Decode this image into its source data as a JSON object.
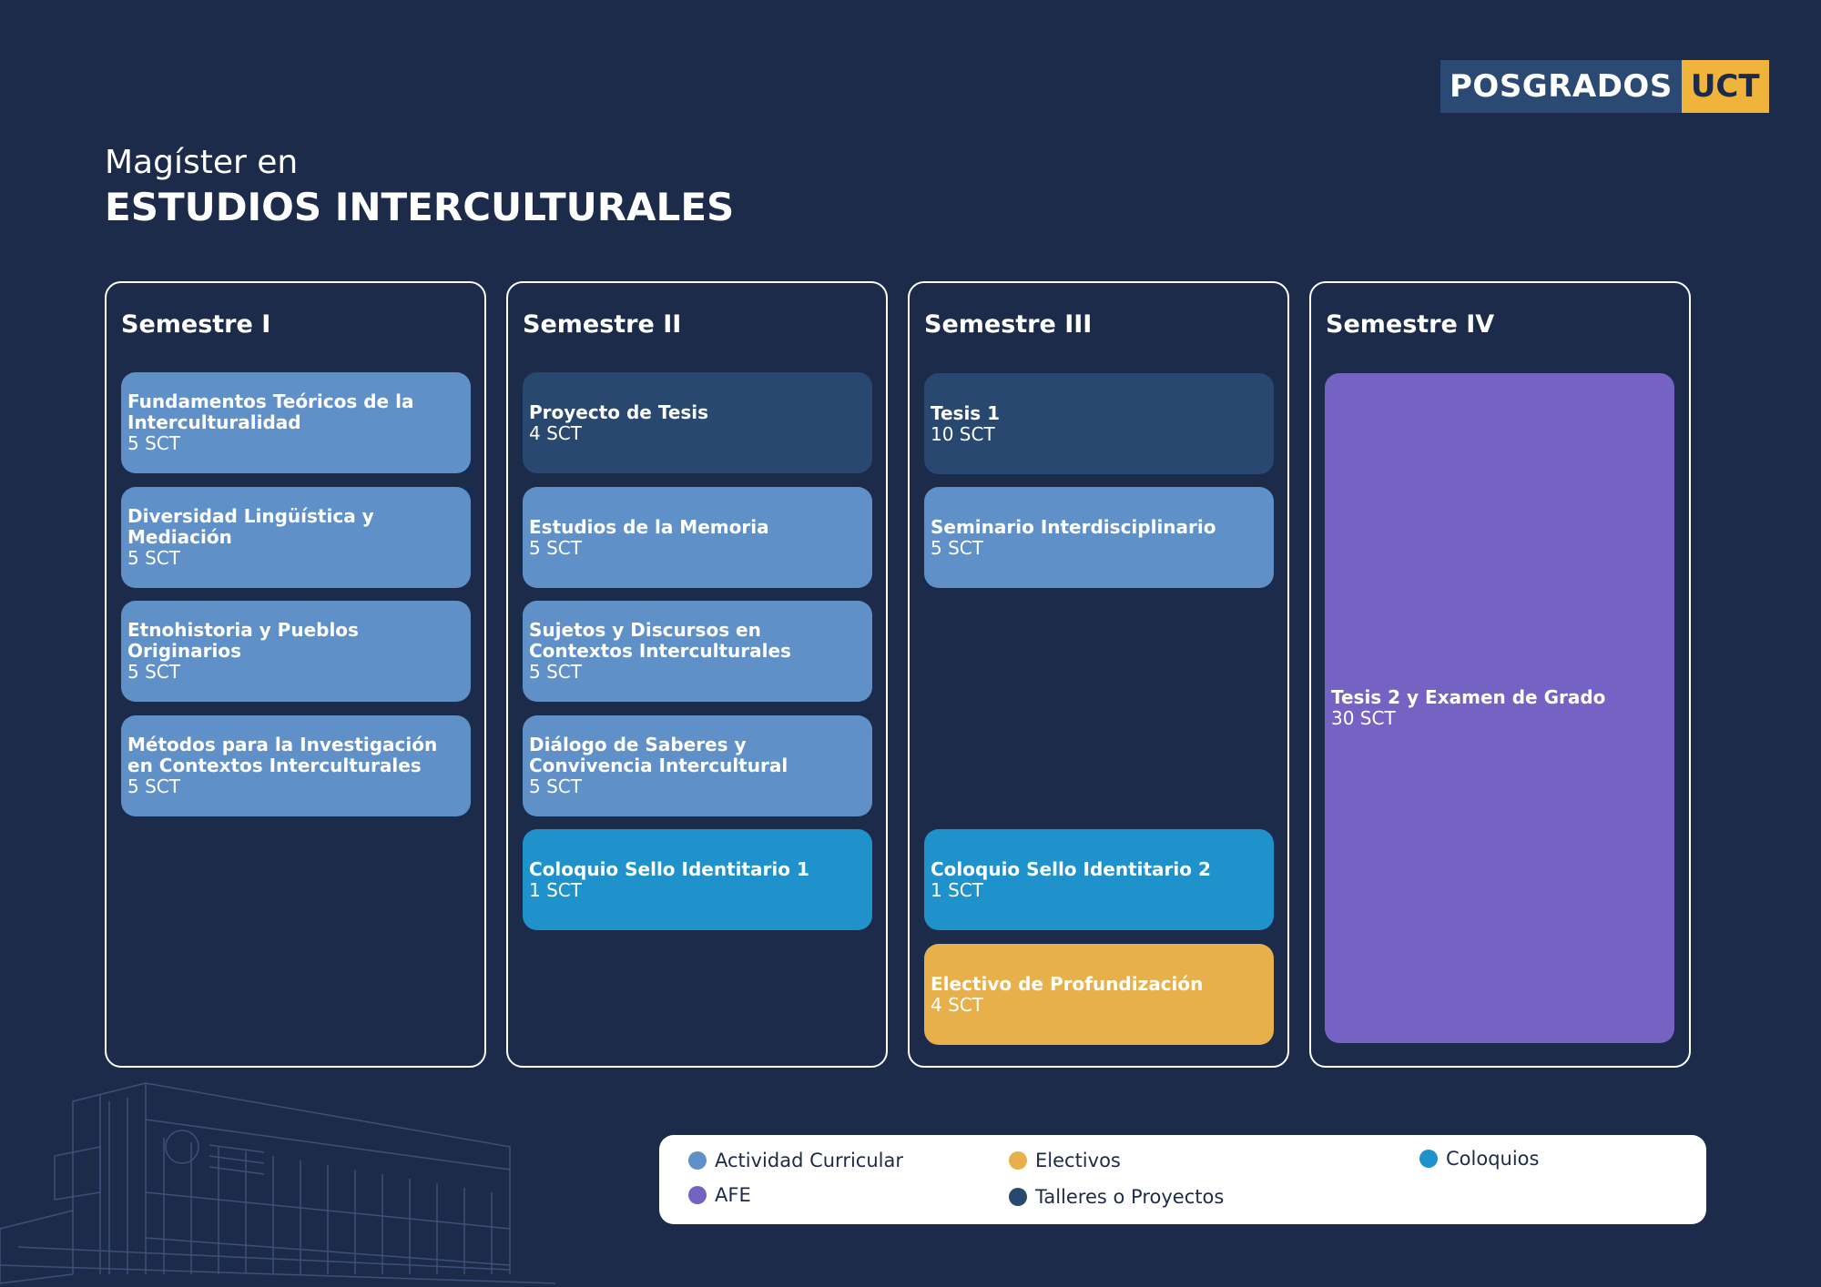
{
  "logo": {
    "part1": "POSGRADOS",
    "part2": "UCT"
  },
  "title": {
    "sub": "Magíster en",
    "main": "ESTUDIOS INTERCULTURALES"
  },
  "semesters": [
    {
      "title": "Semestre I",
      "courses": [
        {
          "name": "Fundamentos Teóricos de la Interculturalidad",
          "sct": "5 SCT",
          "category": "Actividad Curricular"
        },
        {
          "name": "Diversidad Lingüística y Mediación",
          "sct": "5 SCT",
          "category": "Actividad Curricular"
        },
        {
          "name": "Etnohistoria y Pueblos Originarios",
          "sct": "5 SCT",
          "category": "Actividad Curricular"
        },
        {
          "name": "Métodos para la Investigación en Contextos Interculturales",
          "sct": "5 SCT",
          "category": "Actividad Curricular"
        }
      ]
    },
    {
      "title": "Semestre II",
      "courses": [
        {
          "name": "Proyecto de Tesis",
          "sct": "4 SCT",
          "category": "Talleres o Proyectos"
        },
        {
          "name": "Estudios de la Memoria",
          "sct": "5 SCT",
          "category": "Actividad Curricular"
        },
        {
          "name": "Sujetos y Discursos en Contextos Interculturales",
          "sct": "5 SCT",
          "category": "Actividad Curricular"
        },
        {
          "name": "Diálogo de Saberes y Convivencia Intercultural",
          "sct": "5 SCT",
          "category": "Actividad Curricular"
        },
        {
          "name": "Coloquio Sello Identitario 1",
          "sct": "1 SCT",
          "category": "Coloquios"
        }
      ]
    },
    {
      "title": "Semestre III",
      "courses": [
        {
          "name": "Tesis 1",
          "sct": "10 SCT",
          "category": "Talleres o Proyectos"
        },
        {
          "name": "Seminario Interdisciplinario",
          "sct": "5 SCT",
          "category": "Actividad Curricular"
        },
        {
          "name": "Coloquio Sello Identitario 2",
          "sct": "1 SCT",
          "category": "Coloquios"
        },
        {
          "name": "Electivo de Profundización",
          "sct": "4 SCT",
          "category": "Electivos"
        }
      ]
    },
    {
      "title": "Semestre IV",
      "courses": [
        {
          "name": "Tesis 2 y Examen de Grado",
          "sct": "30 SCT",
          "category": "AFE"
        }
      ]
    }
  ],
  "legend": [
    {
      "label": "Actividad Curricular",
      "color": "#6090c8"
    },
    {
      "label": "AFE",
      "color": "#7563c4"
    },
    {
      "label": "Electivos",
      "color": "#e8b04a"
    },
    {
      "label": "Talleres o Proyectos",
      "color": "#284870"
    },
    {
      "label": "Coloquios",
      "color": "#1f91cb"
    }
  ]
}
